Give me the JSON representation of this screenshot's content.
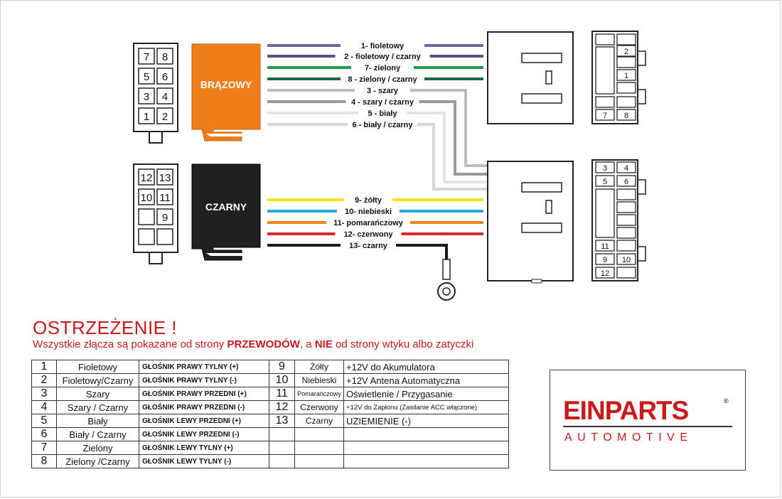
{
  "wires_top": [
    {
      "label": "1- fioletowy",
      "color": "#6f64a8"
    },
    {
      "label": "2 - fioletowy / czarny",
      "color": "#5a5088"
    },
    {
      "label": "7- zielony",
      "color": "#1f9a4a"
    },
    {
      "label": "8 - zielony / czarny",
      "color": "#1a6b3c"
    },
    {
      "label": "3 - szary",
      "color": "#bdbdbd"
    },
    {
      "label": "4 - szary / czarny",
      "color": "#9a9a9a"
    },
    {
      "label": "5 - biały",
      "color": "#e4e4e4"
    },
    {
      "label": "6 - biały / czarny",
      "color": "#d6d6d6"
    }
  ],
  "wires_bottom": [
    {
      "label": "9- żółty",
      "color": "#f2e41c"
    },
    {
      "label": "10- niebieski",
      "color": "#2aa7dc"
    },
    {
      "label": "11- pomarańczowy",
      "color": "#f0851d"
    },
    {
      "label": "12- czerwony",
      "color": "#d62a2a"
    },
    {
      "label": "13- czarny",
      "color": "#1a1a1a"
    }
  ],
  "plugs": {
    "brown_label": "BRĄZOWY",
    "brown_color": "#ef7d1a",
    "black_label": "CZARNY",
    "black_color": "#202020"
  },
  "left_pins_top": [
    "7",
    "8",
    "5",
    "6",
    "3",
    "4",
    "1",
    "2"
  ],
  "left_pins_bottom": [
    "12",
    "13",
    "10",
    "11",
    "",
    "9",
    "",
    ""
  ],
  "right_pins_top": [
    "2",
    "1",
    "7",
    "8"
  ],
  "right_pins_bottom": [
    "3",
    "4",
    "5",
    "6",
    "11",
    "9",
    "10",
    "12"
  ],
  "warning": {
    "title": "OSTRZEŻENIE !",
    "text_1": "Wszystkie złącza są pokazane od strony ",
    "text_bold_1": "PRZEWODÓW",
    "text_2": ", a ",
    "text_bold_2": "NIE",
    "text_3": " od strony wtyku albo zatyczki"
  },
  "table_left": [
    {
      "num": "1",
      "color": "Fioletowy",
      "function": "GŁOŚNIK PRAWY TYLNY (+)"
    },
    {
      "num": "2",
      "color": "Fioletowy/Czarny",
      "function": "GŁOŚNIK PRAWY TYLNY (-)"
    },
    {
      "num": "3",
      "color": "Szary",
      "function": "GŁOŚNIK PRAWY PRZEDNI (+)"
    },
    {
      "num": "4",
      "color": "Szary / Czarny",
      "function": "GŁOŚNIK PRAWY PRZEDNI (-)"
    },
    {
      "num": "5",
      "color": "Biały",
      "function": "GŁOŚNIK LEWY PRZEDNI (+)"
    },
    {
      "num": "6",
      "color": "Biały / Czarny",
      "function": "GŁOŚNIK LEWY PRZEDNI (-)"
    },
    {
      "num": "7",
      "color": "Zielony",
      "function": "GŁOŚNIK LEWY TYLNY (+)"
    },
    {
      "num": "8",
      "color": "Zielony /Czarny",
      "function": "GŁOŚNIK LEWY TYLNY (-)"
    }
  ],
  "table_right": [
    {
      "num": "9",
      "color": "Żółty",
      "function": "+12V do Akumulatora"
    },
    {
      "num": "10",
      "color": "Niebieski",
      "function": "+12V Antena Automatyczna"
    },
    {
      "num": "11",
      "color": "Pomarańczowy",
      "function": "Oświetlenie / Przygasanie"
    },
    {
      "num": "12",
      "color": "Czerwony",
      "function": "+12V do Zapłonu (Zasilanie ACC włączone)"
    },
    {
      "num": "13",
      "color": "Czarny",
      "function": "UZIEMIENIE (-)"
    },
    {
      "num": "",
      "color": "",
      "function": ""
    },
    {
      "num": "",
      "color": "",
      "function": ""
    },
    {
      "num": "",
      "color": "",
      "function": ""
    }
  ],
  "logo": {
    "ein": "EIN",
    "parts": "PARTS",
    "reg": "®",
    "sub": "AUTOMOTIVE"
  }
}
